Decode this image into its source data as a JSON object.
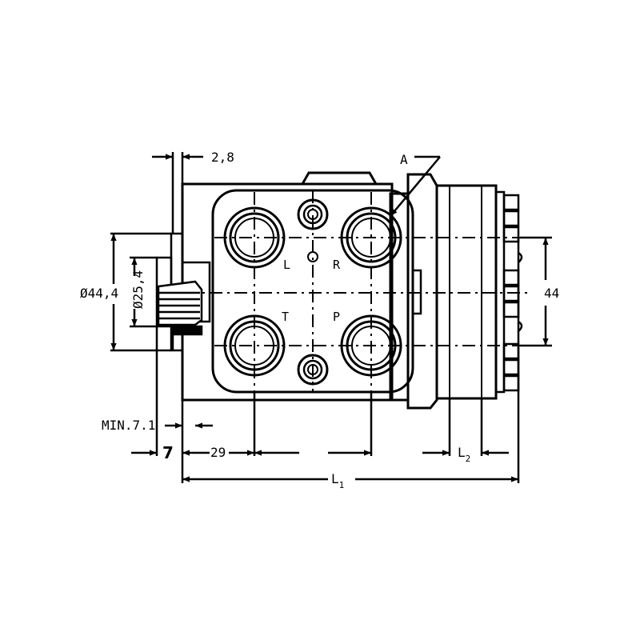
{
  "labels": {
    "dim_2_8": "2,8",
    "dim_a": "A",
    "dim_dia_44_4": "Ø44,4",
    "dim_dia_25_4": "Ø25,4",
    "dim_44": "44",
    "dim_min": "MIN.7.1",
    "dim_7": "7",
    "dim_29": "29",
    "dim_l2_main": "L",
    "dim_l2_sub": "2",
    "dim_l1_main": "L",
    "dim_l1_sub": "1"
  },
  "ports": {
    "l": "L",
    "r": "R",
    "t": "T",
    "p": "P"
  },
  "colors": {
    "stroke": "#000000",
    "background": "#ffffff"
  }
}
